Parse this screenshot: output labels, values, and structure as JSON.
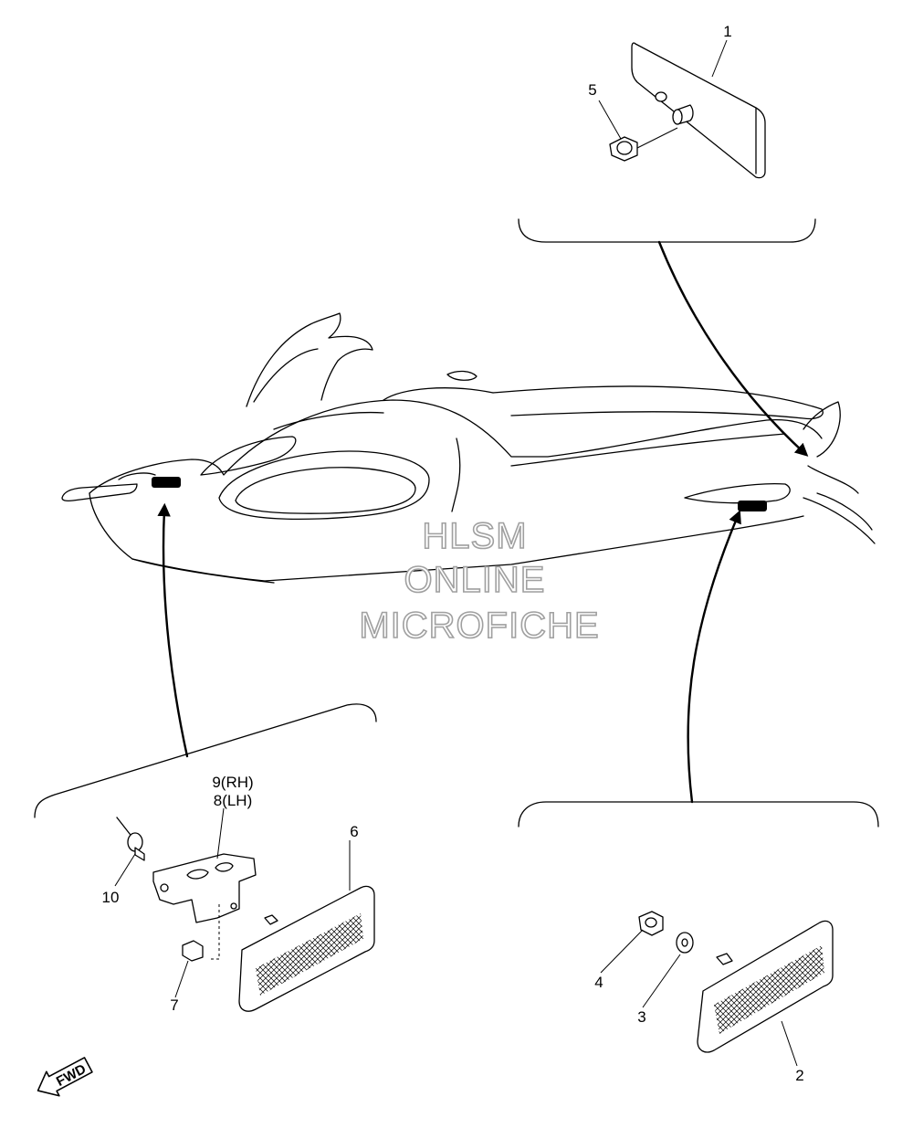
{
  "callouts": {
    "c1": "1",
    "c2": "2",
    "c3": "3",
    "c4": "4",
    "c5": "5",
    "c6": "6",
    "c7": "7",
    "c8": "8(LH)",
    "c9": "9(RH)",
    "c10": "10"
  },
  "watermark": {
    "line1": "HLSM",
    "line2": "ONLINE",
    "line3": "MICROFICHE"
  },
  "fwd_badge": "FWD",
  "colors": {
    "line": "#000000",
    "watermark_stroke": "#a0a0a0"
  }
}
